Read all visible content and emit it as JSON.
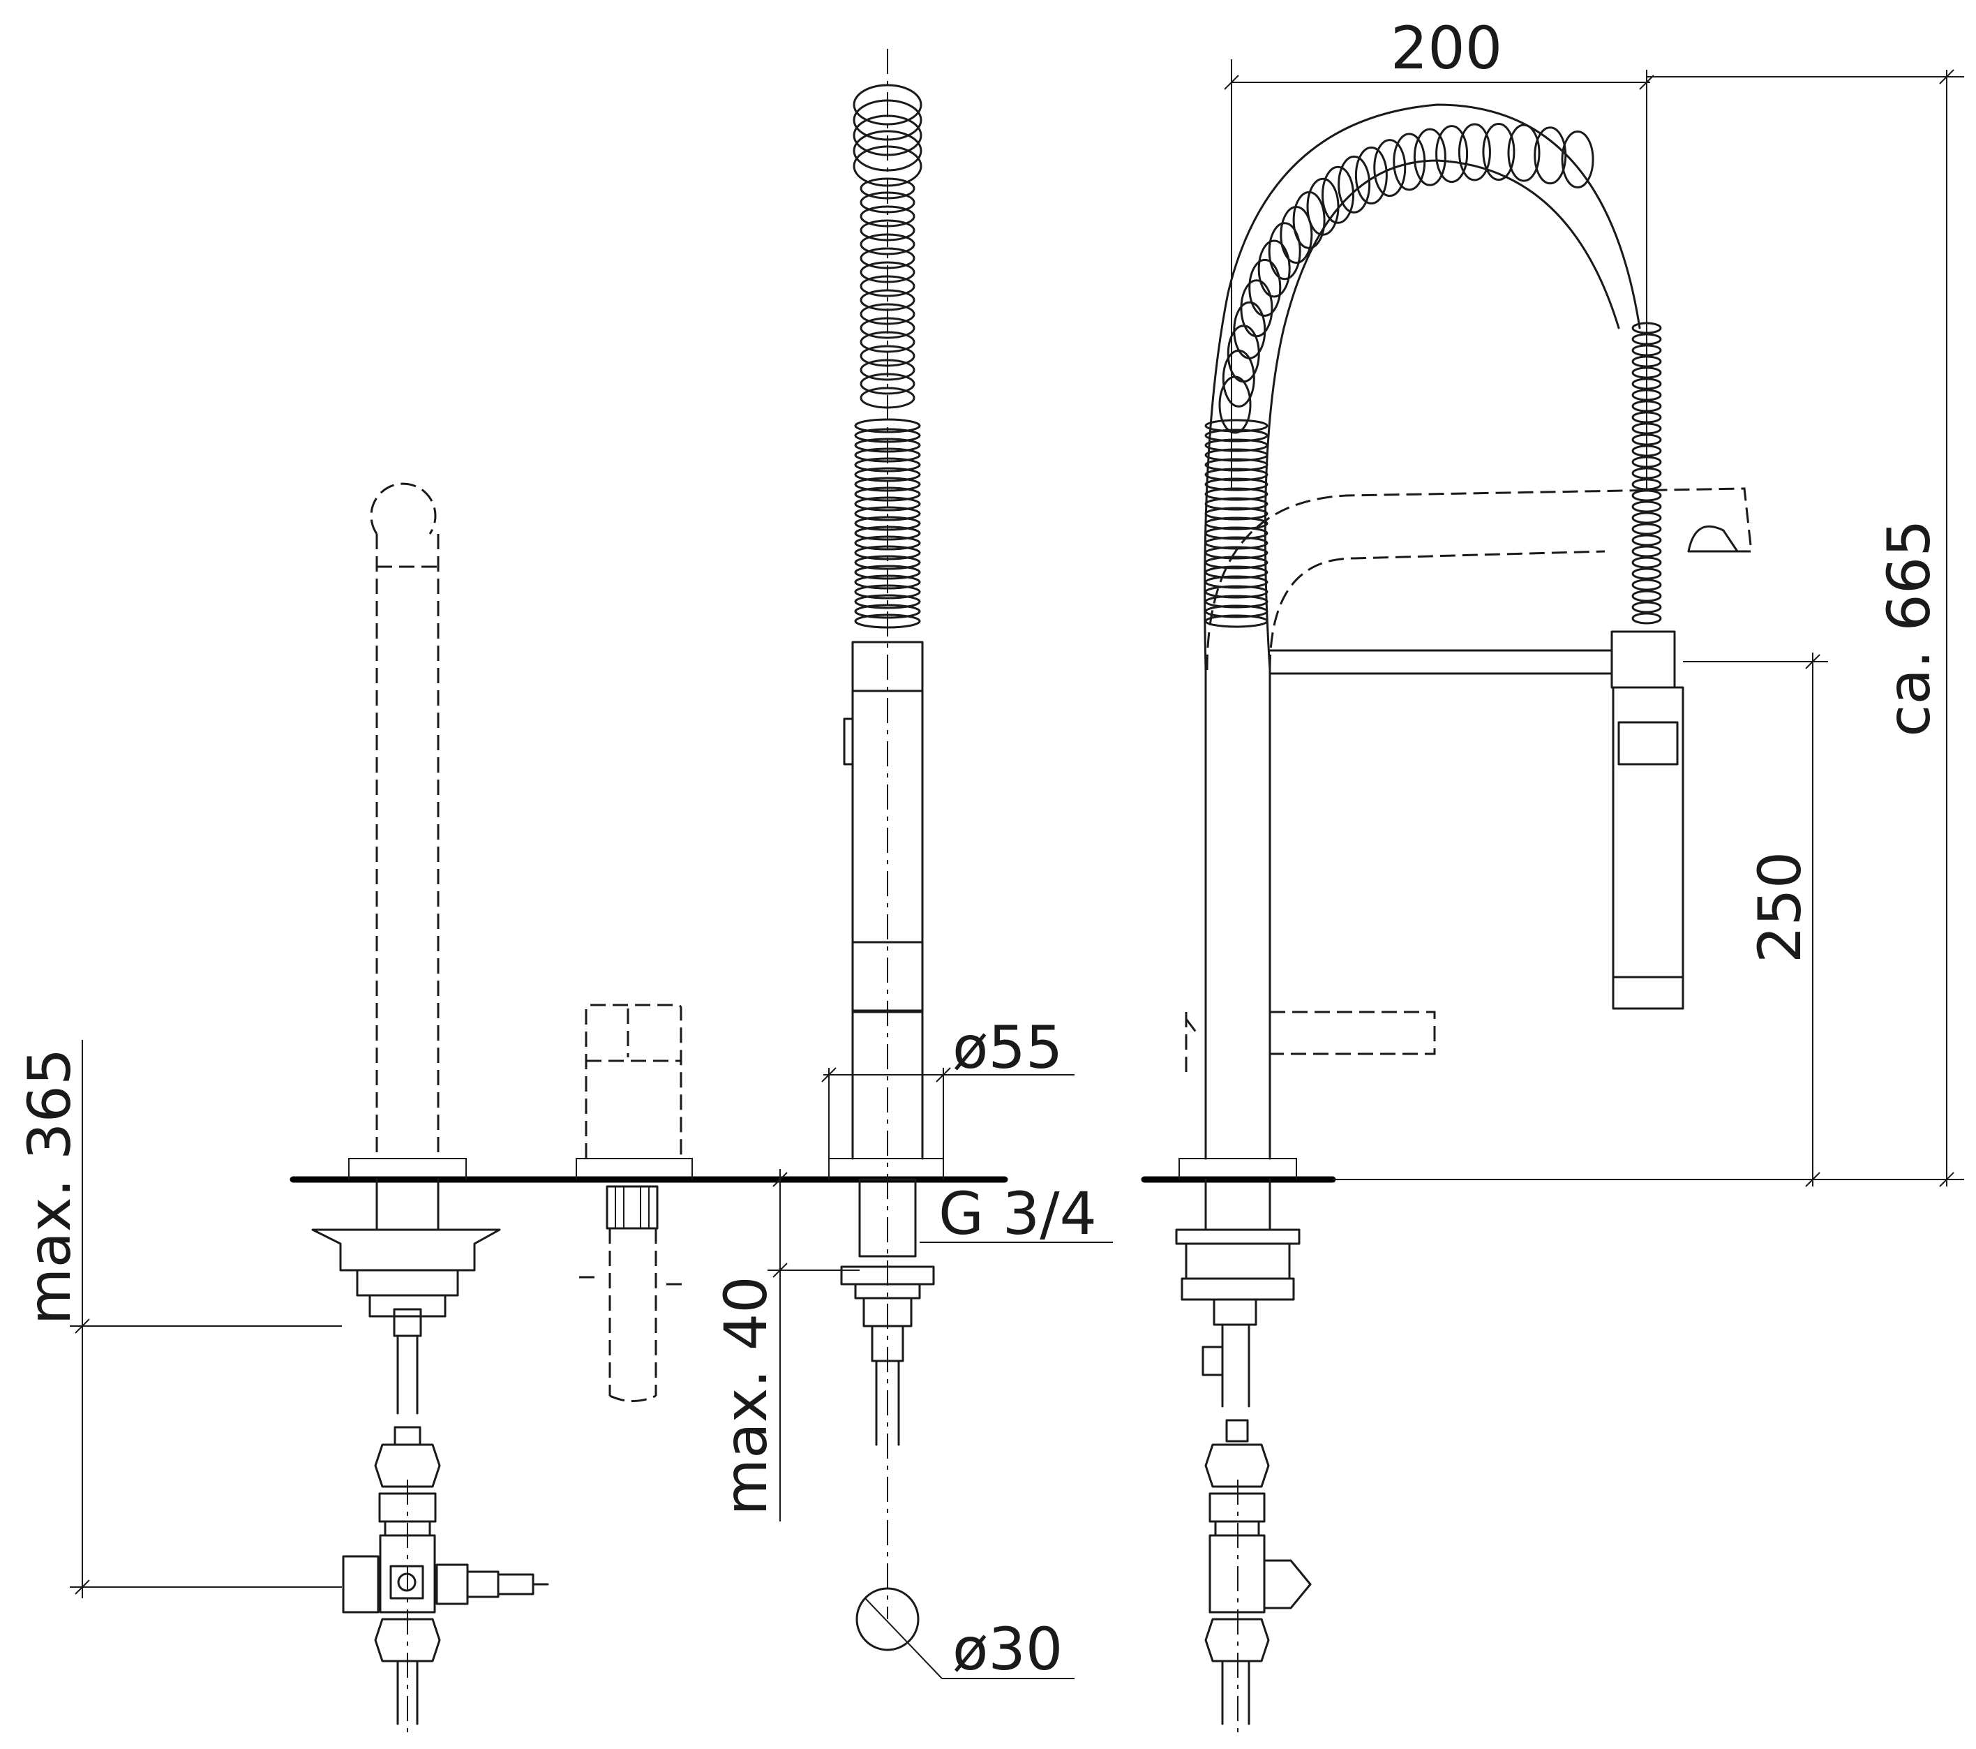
{
  "dimensions": {
    "width_label": "200",
    "height_label": "ca. 665",
    "spray_height_label": "250",
    "max_below_deck_label": "max. 365",
    "max_deck_thickness_label": "max. 40",
    "escutcheon_diameter_label": "ø55",
    "thread_label": "G 3/4",
    "hole_diameter_label": "ø30"
  }
}
